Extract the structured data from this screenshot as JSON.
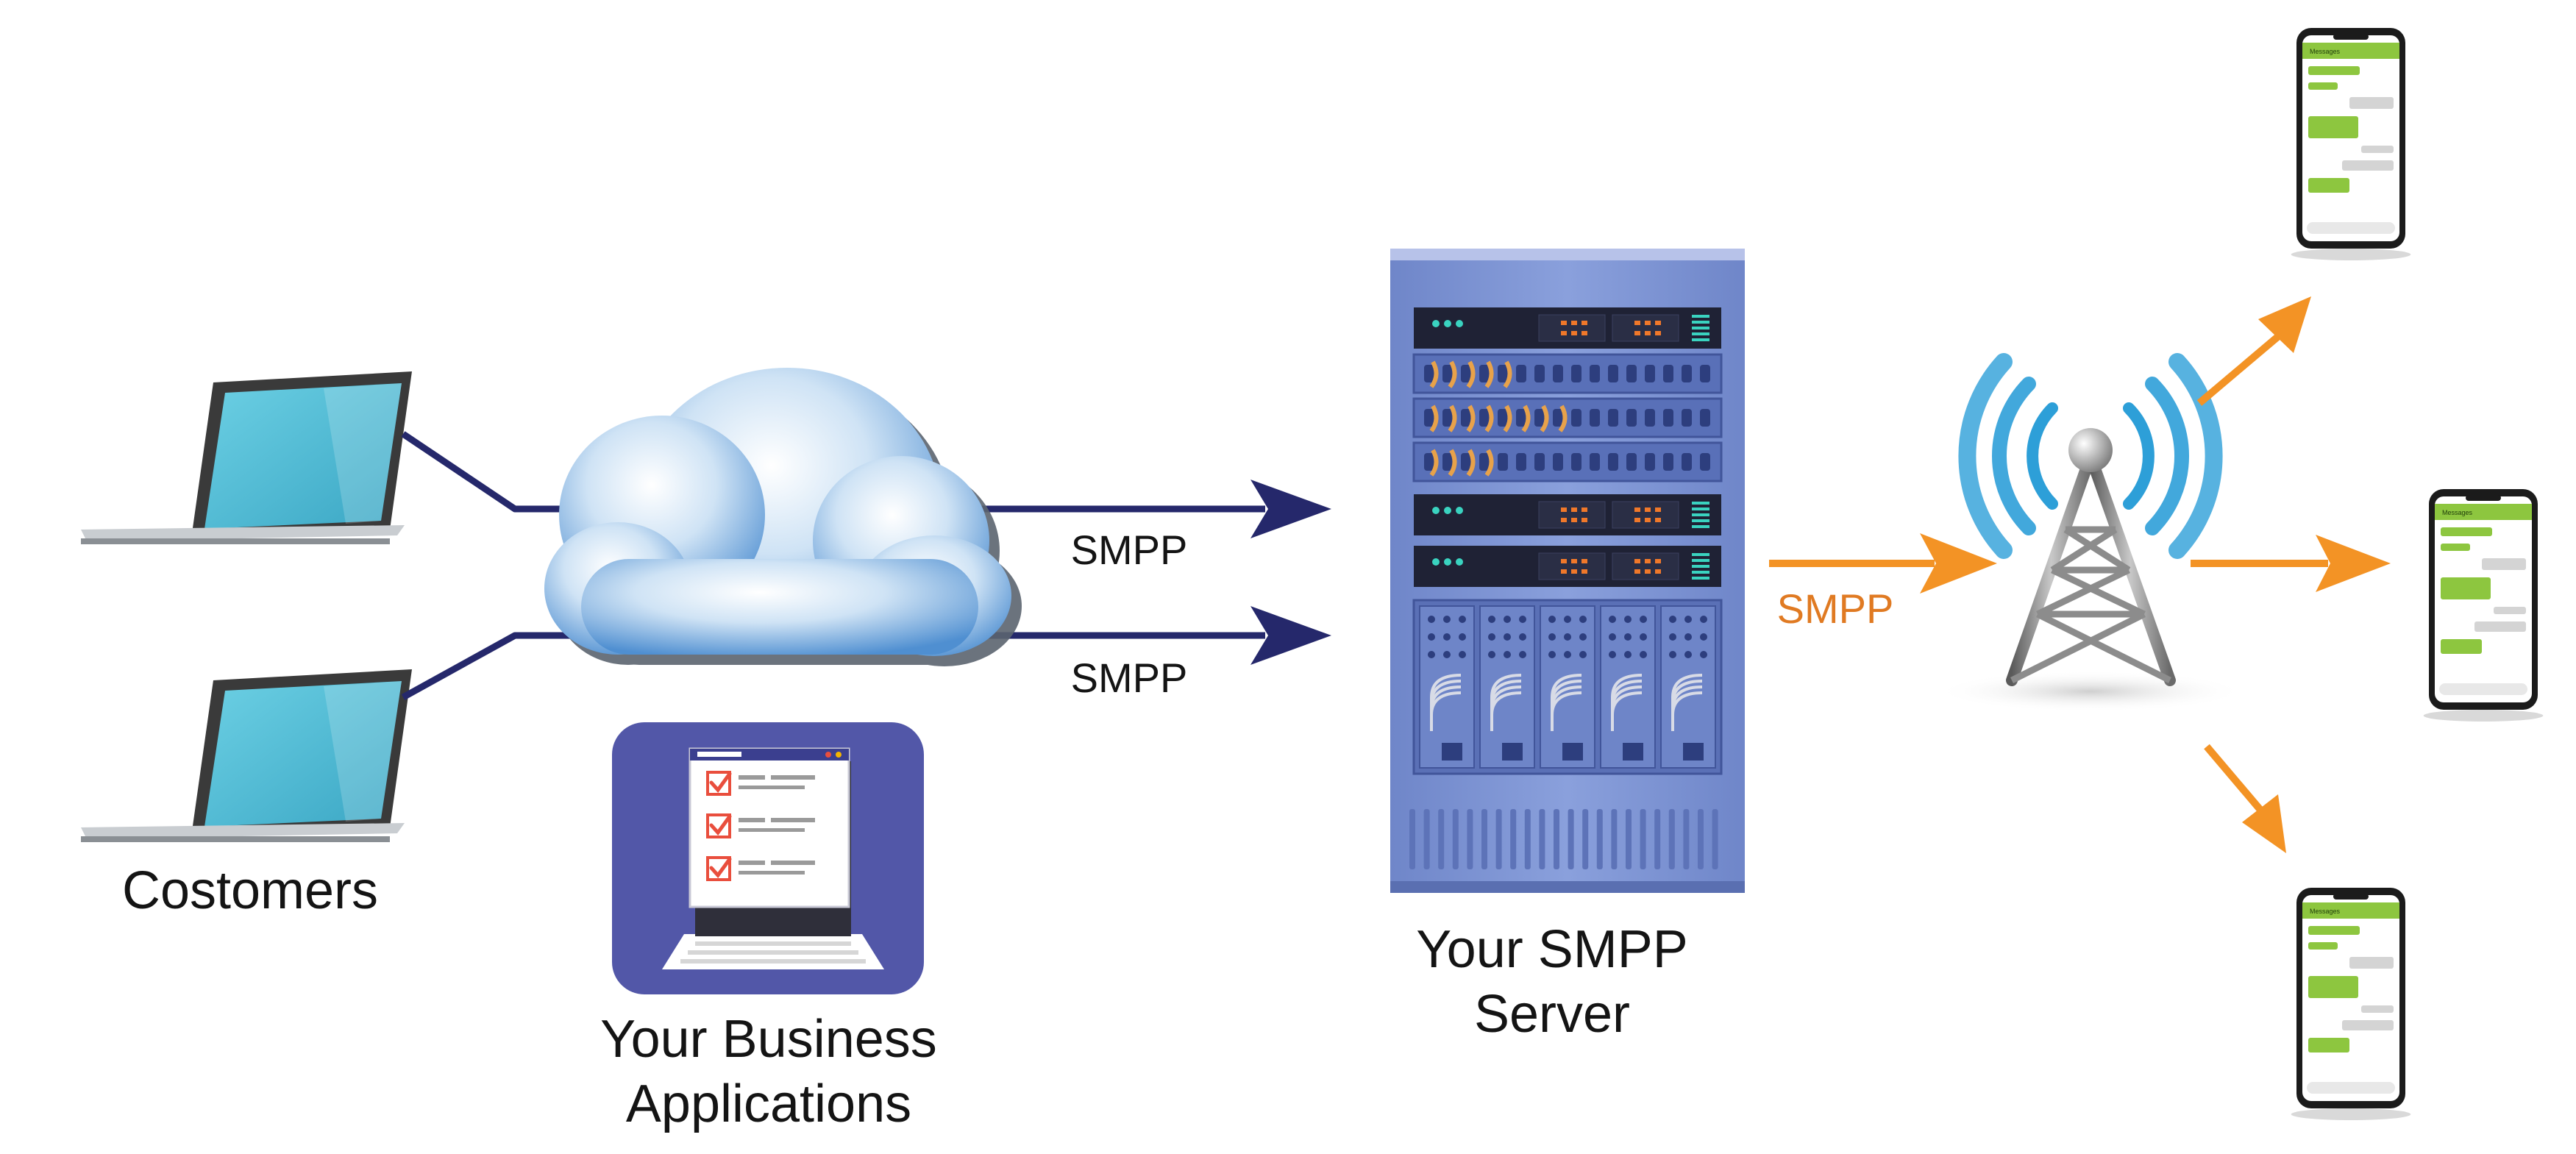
{
  "labels": {
    "customers": "Costomers",
    "business_line1": "Your Business",
    "business_line2": "Applications",
    "server_line1": "Your SMPP",
    "server_line2": "Server",
    "smpp_top": "SMPP",
    "smpp_bottom": "SMPP",
    "smpp_orange": "SMPP"
  },
  "phone_header_text": "Messages",
  "colors": {
    "navy_connector": "#25286b",
    "orange_arrow": "#f39325",
    "orange_label": "#e07a22",
    "rack_blue": "#7c93d3",
    "app_tile": "#5257a8",
    "laptop_screen": "#5cc3da",
    "cloud_blue": "#4f8fd1",
    "tower_waves": "#2d9fd8",
    "phone_header": "#8dc63f"
  }
}
